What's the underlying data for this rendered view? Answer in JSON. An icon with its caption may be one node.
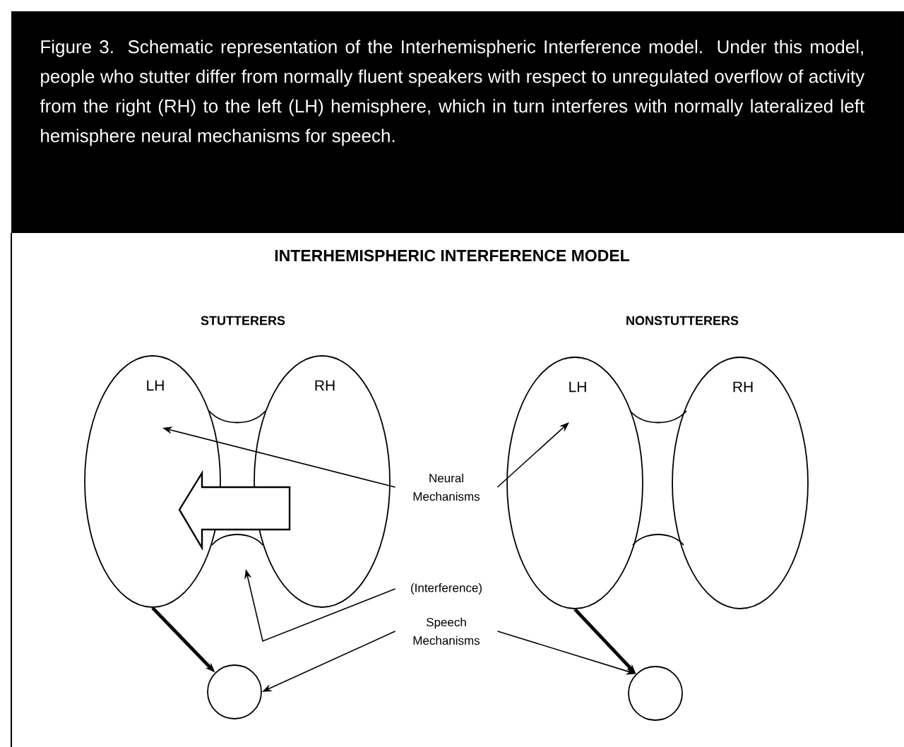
{
  "diagram": {
    "title": "INTERHEMISPHERIC INTERFERENCE MODEL",
    "caption": "Figure 3. Schematic representation of the Interhemispheric Interference model. Under this model, people who stutter differ from normally fluent speakers with respect to unregulated overflow of activity from the right (RH) to the left (LH) hemisphere, which in turn interferes with normally lateralized left hemisphere neural mechanisms for speech.",
    "nodes": [
      {
        "text": [
          "LH"
        ]
      },
      {
        "text": [
          "RH"
        ]
      },
      {
        "text": [
          "LH"
        ]
      },
      {
        "text": [
          "RH"
        ]
      },
      {
        "text": [
          "Neural Mechanisms"
        ]
      },
      {
        "text": [
          "(Interference)"
        ]
      },
      {
        "text": [
          "Speech Mechanisms"
        ]
      },
      {
        "text": [],
        "shape": "circle"
      },
      {
        "text": [],
        "shape": "circle"
      }
    ],
    "edges": [
      {
        "from": 4,
        "to": 0,
        "arrow": "to"
      },
      {
        "from": 4,
        "to": 2,
        "arrow": "to"
      },
      {
        "from": 5,
        "to": null,
        "arrow": "to"
      },
      {
        "from": 6,
        "to": 7,
        "arrow": "to"
      },
      {
        "from": 6,
        "to": 8,
        "arrow": "to"
      },
      {
        "from": 0,
        "to": 7,
        "arrow": "to",
        "style": "thick"
      },
      {
        "from": 2,
        "to": 8,
        "arrow": "to",
        "style": "thick"
      },
      {
        "from": 1,
        "to": 0,
        "arrow": "to",
        "style": "thick"
      },
      {
        "from": 0,
        "to": 1,
        "arrow": "none"
      },
      {
        "from": 2,
        "to": 3,
        "arrow": "none"
      }
    ],
    "labels": [
      "STUTTERERS",
      "NONSTUTTERERS"
    ]
  }
}
